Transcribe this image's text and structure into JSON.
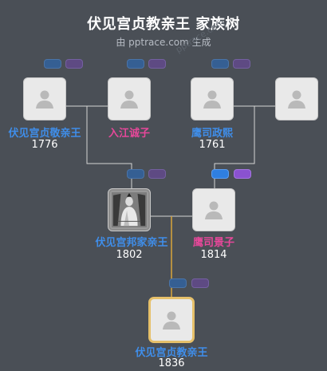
{
  "title": "伏见宫贞教亲王 家族树",
  "subtitle": "由 pptrace.com 生成",
  "watermark": "pptrace.com",
  "colors": {
    "background": "#4a4f56",
    "male": "#3f8eea",
    "female": "#e7489a",
    "main_border": "#e6c06a",
    "main_line": "#d9a63a"
  },
  "people": {
    "gf_paternal": {
      "name": "伏见宫贞敬亲王",
      "year": "1776"
    },
    "gm_paternal": {
      "name": "入江诚子",
      "year": ""
    },
    "gf_maternal": {
      "name": "鹰司政熙",
      "year": "1761"
    },
    "gm_maternal": {
      "name": "",
      "year": ""
    },
    "father": {
      "name": "伏见宫邦家亲王",
      "year": "1802"
    },
    "mother": {
      "name": "鹰司景子",
      "year": "1814"
    },
    "subject": {
      "name": "伏见宫贞教亲王",
      "year": "1836"
    }
  },
  "icons": {
    "placeholder": "person-silhouette-icon",
    "expand_father": "expand-father-icon",
    "expand_mother": "expand-mother-icon"
  }
}
